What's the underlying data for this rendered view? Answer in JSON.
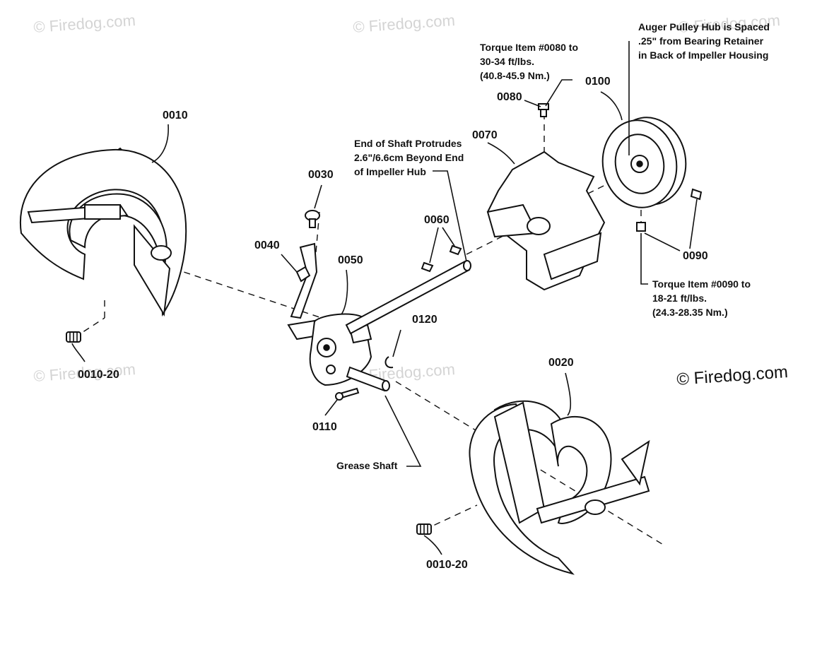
{
  "watermarks": {
    "top_left": "© Firedog.com",
    "top_mid": "© Firedog.com",
    "top_right": "© Firedog.com",
    "mid_left": "© Firedog.com",
    "mid_center": "© Firedog.com",
    "mid_right": "© Firedog.com"
  },
  "part_labels": {
    "p0010": "0010",
    "p0010_20a": "0010-20",
    "p0010_20b": "0010-20",
    "p0020": "0020",
    "p0030": "0030",
    "p0040": "0040",
    "p0050": "0050",
    "p0060": "0060",
    "p0070": "0070",
    "p0080": "0080",
    "p0090": "0090",
    "p0100": "0100",
    "p0110": "0110",
    "p0120": "0120"
  },
  "notes": {
    "torque_0080": [
      "Torque Item #0080 to",
      "30-34 ft/lbs.",
      "(40.8-45.9 Nm.)"
    ],
    "auger_pulley": [
      "Auger Pulley Hub is Spaced",
      ".25\" from Bearing Retainer",
      "in Back of Impeller Housing"
    ],
    "end_of_shaft": [
      "End of Shaft Protrudes",
      "2.6\"/6.6cm Beyond End",
      "of Impeller Hub"
    ],
    "torque_0090": [
      "Torque Item #0090 to",
      "18-21 ft/lbs.",
      "(24.3-28.35 Nm.)"
    ],
    "grease_shaft": "Grease Shaft"
  }
}
